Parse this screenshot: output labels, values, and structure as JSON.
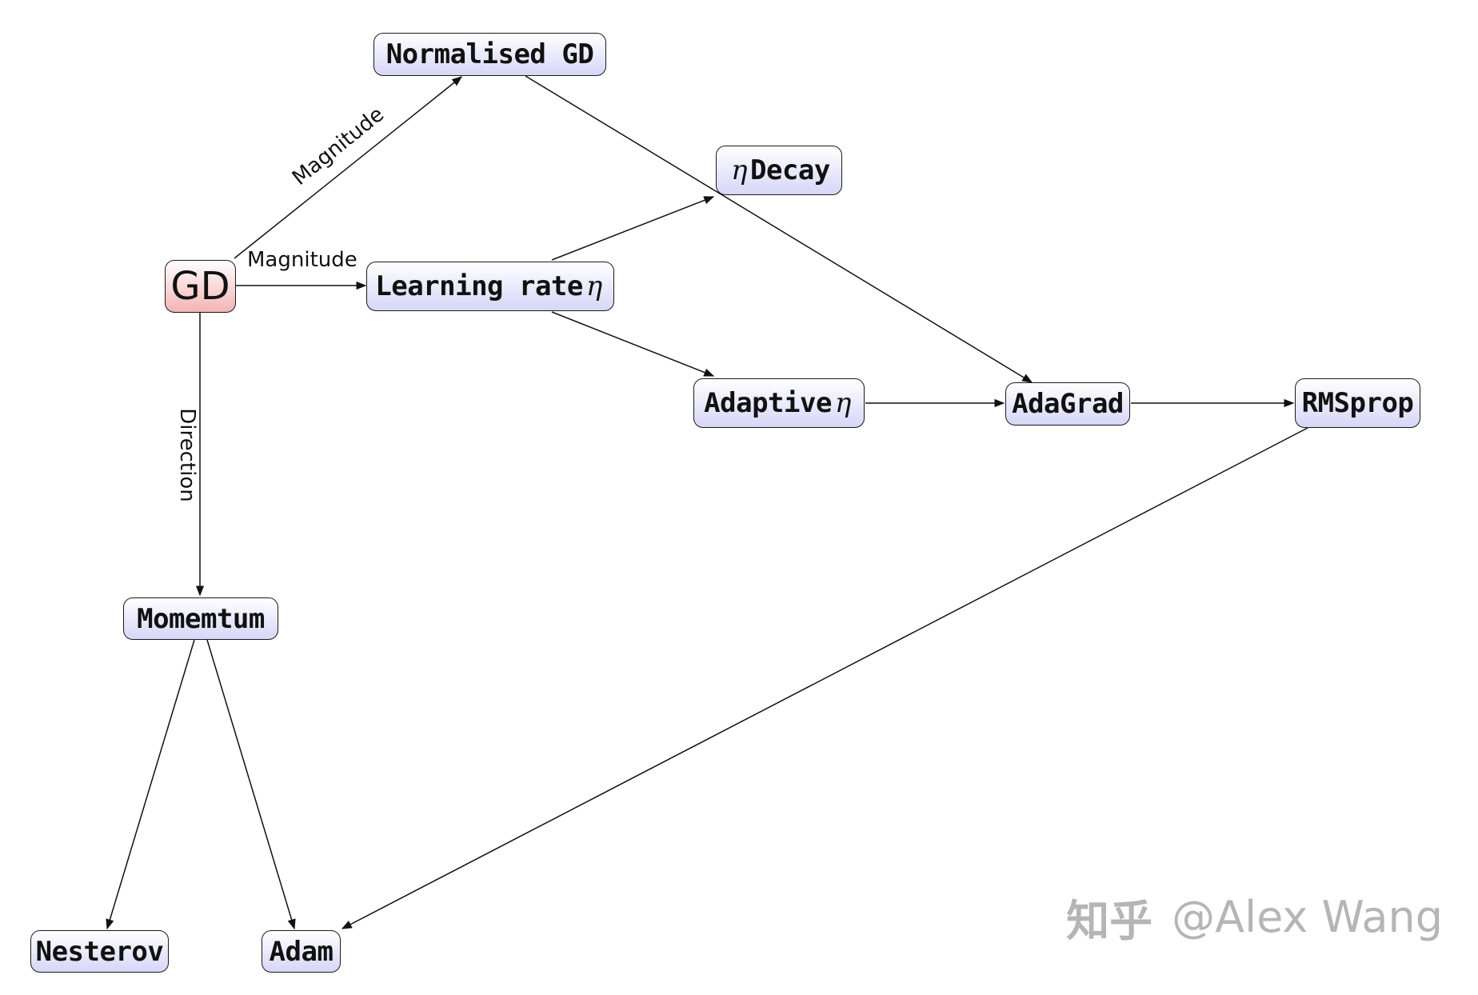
{
  "nodes": {
    "gd": "GD",
    "normalised_gd": "Normalised GD",
    "learning_rate": "Learning rate",
    "eta_decay": "Decay",
    "adaptive_eta": "Adaptive",
    "adagrad": "AdaGrad",
    "rmsprop": "RMSprop",
    "momentum": "Momemtum",
    "nesterov": "Nesterov",
    "adam": "Adam",
    "eta_symbol": "η"
  },
  "edge_labels": {
    "gd_to_normalised": "Magnitude",
    "gd_to_learning_rate": "Magnitude",
    "gd_to_momentum": "Direction"
  },
  "watermark": {
    "logo": "知乎",
    "author": "@Alex Wang"
  }
}
